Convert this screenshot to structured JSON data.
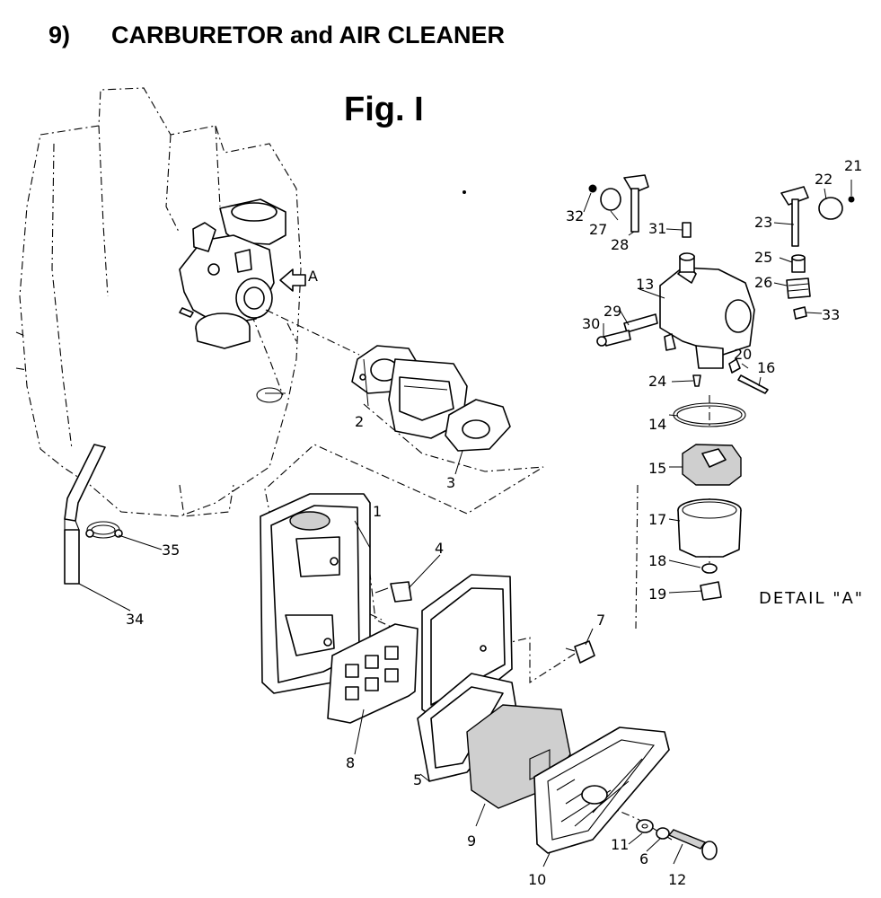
{
  "header": {
    "section_number": "9)",
    "section_title": "CARBURETOR and AIR CLEANER",
    "figure_label": "Fig. I"
  },
  "detail_label": "DETAIL \"A\"",
  "engine_marker": "A",
  "callouts": [
    "1",
    "2",
    "3",
    "4",
    "5",
    "6",
    "7",
    "8",
    "9",
    "10",
    "11",
    "12",
    "13",
    "14",
    "15",
    "16",
    "17",
    "18",
    "19",
    "20",
    "21",
    "22",
    "23",
    "24",
    "25",
    "26",
    "27",
    "28",
    "29",
    "30",
    "31",
    "32",
    "33",
    "34",
    "35"
  ]
}
